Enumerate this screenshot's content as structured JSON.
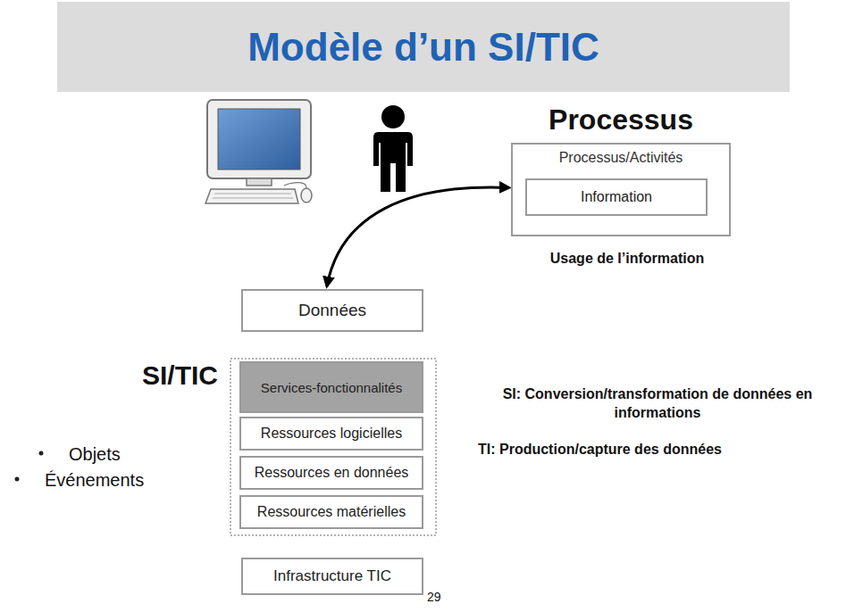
{
  "diagram": {
    "title": "Modèle d’un SI/TIC",
    "nodes": [
      {
        "text": [
          "Processus",
          "Processus/Activités"
        ]
      },
      {
        "text": [
          "Information"
        ],
        "in": 0
      },
      {
        "text": [
          "Données"
        ]
      },
      {
        "text": [
          "SI/TIC"
        ]
      },
      {
        "text": [
          "Services-fonctionnalités"
        ],
        "in": 3
      },
      {
        "text": [
          "Ressources logicielles"
        ],
        "in": 3
      },
      {
        "text": [
          "Ressources en données"
        ],
        "in": 3
      },
      {
        "text": [
          "Ressources matérielles"
        ],
        "in": 3
      },
      {
        "text": [
          "Infrastructure TIC"
        ]
      }
    ],
    "edges": [
      {
        "from": 2,
        "to": 0,
        "arrow": "both"
      }
    ],
    "labels": [
      "Usage de l’information",
      "Objets",
      "Événements",
      "SI: Conversion/transformation de données en informations",
      "TI: Production/capture des données",
      "29"
    ]
  }
}
